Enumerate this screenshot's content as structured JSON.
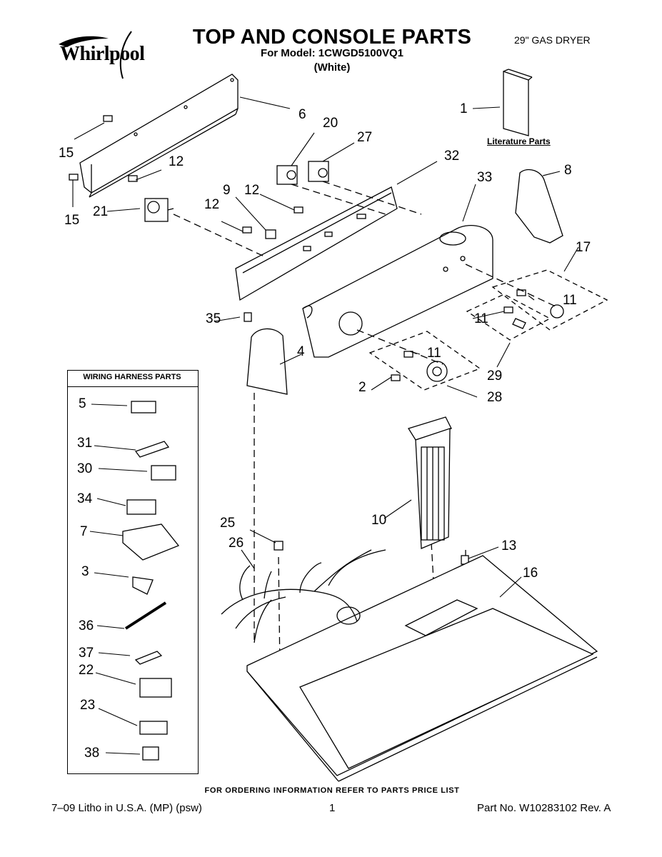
{
  "header": {
    "brand": "Whirlpool",
    "title": "TOP AND CONSOLE PARTS",
    "model_line": "For Model: 1CWGD5100VQ1",
    "color_line": "(White)",
    "product": "29\" GAS DRYER"
  },
  "literature_label": "Literature Parts",
  "harness_title": "WIRING HARNESS PARTS",
  "callouts": [
    "1",
    "2",
    "3",
    "4",
    "5",
    "6",
    "7",
    "8",
    "9",
    "10",
    "11",
    "11",
    "11",
    "12",
    "12",
    "12",
    "13",
    "15",
    "15",
    "16",
    "17",
    "20",
    "21",
    "22",
    "23",
    "25",
    "26",
    "27",
    "28",
    "29",
    "30",
    "31",
    "32",
    "33",
    "34",
    "35",
    "36",
    "37",
    "38"
  ],
  "footer": {
    "order_note": "FOR ORDERING INFORMATION REFER TO PARTS PRICE LIST",
    "litho": "7–09 Litho in U.S.A. (MP) (psw)",
    "page": "1",
    "part_no": "Part No. W10283102 Rev. A"
  }
}
